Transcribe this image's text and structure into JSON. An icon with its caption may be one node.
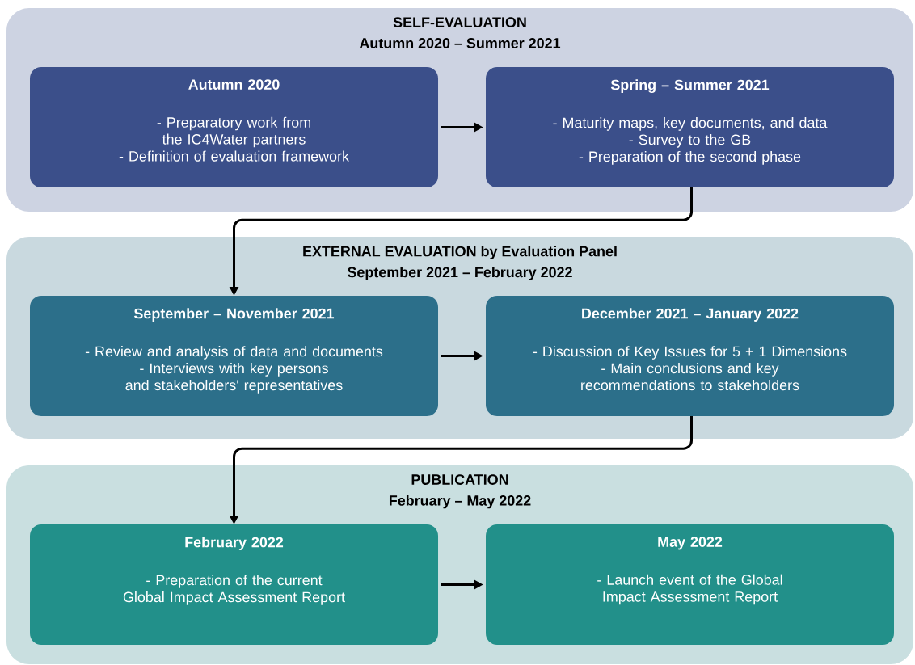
{
  "diagram": {
    "nodes": [
      {
        "text": [
          "SELF-EVALUATION",
          "Autumn 2020 – Summer 2021"
        ]
      },
      {
        "text": [
          "Autumn 2020",
          "- Preparatory work from the IC4Water partners",
          "- Definition of evaluation framework"
        ],
        "in": 0
      },
      {
        "text": [
          "Spring – Summer 2021",
          "- Maturity maps, key documents, and data",
          "- Survey to the GB",
          "- Preparation of the second phase"
        ],
        "in": 0
      },
      {
        "text": [
          "EXTERNAL EVALUATION by Evaluation Panel",
          "September 2021 – February 2022"
        ]
      },
      {
        "text": [
          "September –  November 2021",
          "- Review and analysis of data and documents",
          "- Interviews with key persons and stakeholders' representatives"
        ],
        "in": 3
      },
      {
        "text": [
          "December 2021 –  January 2022",
          "- Discussion of Key Issues for 5 + 1 Dimensions",
          "- Main conclusions and key recommendations to stakeholders"
        ],
        "in": 3
      },
      {
        "text": [
          "PUBLICATION",
          "February – May 2022"
        ]
      },
      {
        "text": [
          "February 2022",
          "- Preparation of the current Global Impact Assessment Report"
        ],
        "in": 6
      },
      {
        "text": [
          "May 2022",
          "- Launch event of the Global Impact Assessment Report"
        ],
        "in": 6
      }
    ],
    "edges": [
      {
        "from": 1,
        "to": 2,
        "arrow": "to"
      },
      {
        "from": 2,
        "to": 4,
        "arrow": "to"
      },
      {
        "from": 4,
        "to": 5,
        "arrow": "to"
      },
      {
        "from": 5,
        "to": 7,
        "arrow": "to"
      },
      {
        "from": 7,
        "to": 8,
        "arrow": "to"
      }
    ]
  }
}
